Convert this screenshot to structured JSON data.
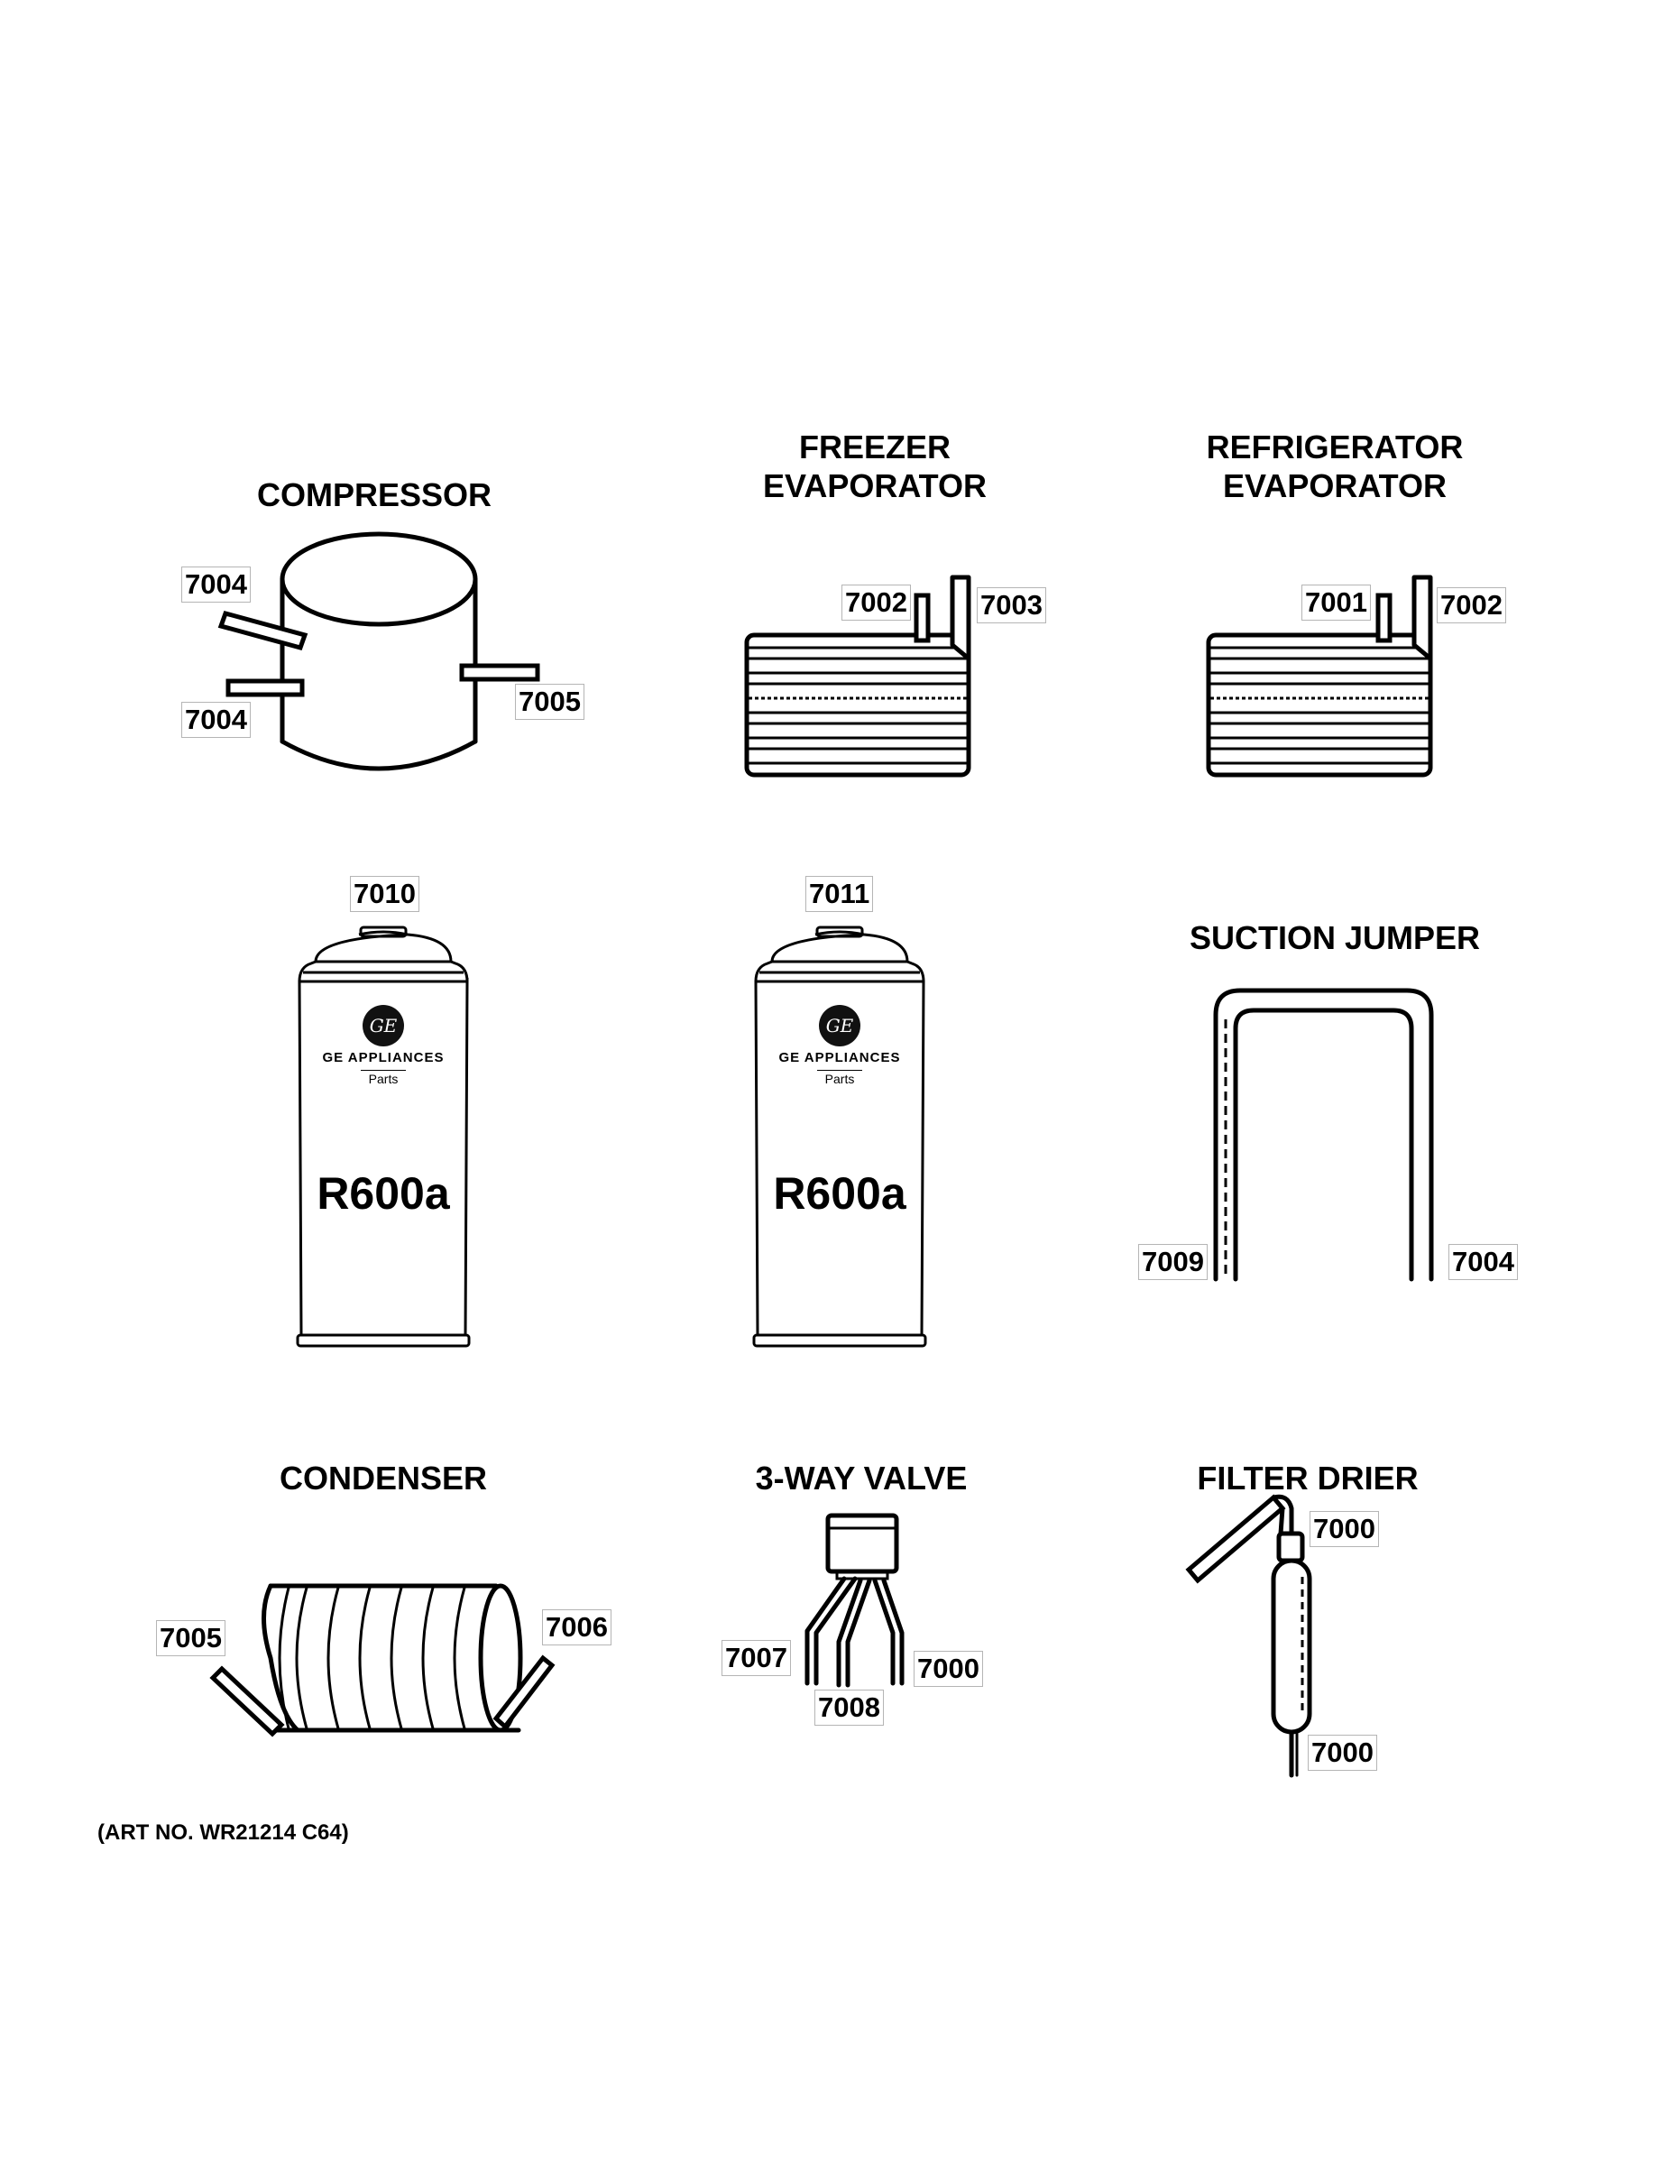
{
  "titles": {
    "compressor": "COMPRESSOR",
    "freezer_evaporator_1": "FREEZER",
    "freezer_evaporator_2": "EVAPORATOR",
    "refrigerator_evaporator_1": "REFRIGERATOR",
    "refrigerator_evaporator_2": "EVAPORATOR",
    "suction_jumper": "SUCTION JUMPER",
    "condenser": "CONDENSER",
    "three_way_valve": "3-WAY VALVE",
    "filter_drier": "FILTER DRIER"
  },
  "callouts": {
    "compressor_top": "7004",
    "compressor_bottom": "7004",
    "compressor_right": "7005",
    "freezer_left": "7002",
    "freezer_right": "7003",
    "refrigerator_left": "7001",
    "refrigerator_right": "7002",
    "can_left": "7010",
    "can_middle": "7011",
    "jumper_left": "7009",
    "jumper_right": "7004",
    "condenser_left": "7005",
    "condenser_right": "7006",
    "valve_left": "7007",
    "valve_middle": "7008",
    "valve_right": "7000",
    "drier_top": "7000",
    "drier_bottom": "7000"
  },
  "can": {
    "logo": "GE",
    "brand": "GE APPLIANCES",
    "sub": "Parts",
    "refrigerant": "R600a"
  },
  "art_number": "(ART NO. WR21214 C64)"
}
